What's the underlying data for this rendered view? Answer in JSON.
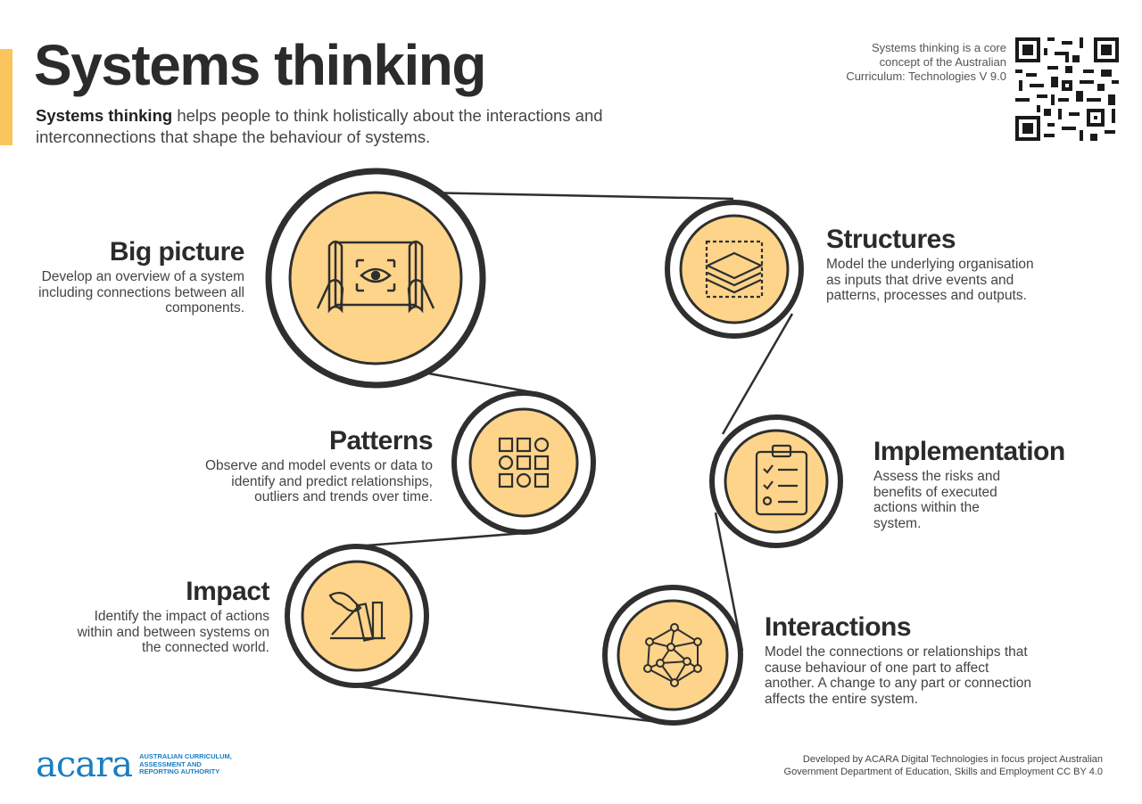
{
  "header": {
    "title": "Systems thinking",
    "intro_bold": "Systems thinking",
    "intro_rest": " helps people to think holistically about the interactions and interconnections that shape the behaviour of systems.",
    "qr_note": "Systems thinking is a core concept of the Australian Curriculum: Technologies V 9.0"
  },
  "concepts": [
    {
      "id": "big-picture",
      "title": "Big picture",
      "description": "Develop an overview of a system including connections between all components.",
      "icon": "blueprint-eye-icon"
    },
    {
      "id": "structures",
      "title": "Structures",
      "description": "Model the underlying organisation as inputs that drive events and patterns, processes and outputs.",
      "icon": "layers-icon"
    },
    {
      "id": "patterns",
      "title": "Patterns",
      "description": "Observe and model events or data to identify and predict relationships, outliers and trends over time.",
      "icon": "pattern-grid-icon"
    },
    {
      "id": "implementation",
      "title": "Implementation",
      "description": "Assess the risks and benefits of executed actions within the system.",
      "icon": "clipboard-checklist-icon"
    },
    {
      "id": "impact",
      "title": "Impact",
      "description": "Identify the impact of actions within and between systems on the connected world.",
      "icon": "dominoes-hand-icon"
    },
    {
      "id": "interactions",
      "title": "Interactions",
      "description": "Model the connections or relationships that cause behaviour of one part to affect another. A change to any part or connection affects the entire system.",
      "icon": "network-icon"
    }
  ],
  "footer": {
    "logo_text": "acara",
    "logo_subtitle": "Australian Curriculum, Assessment and Reporting Authority",
    "credit": "Developed by ACARA Digital Technologies in focus project Australian Government Department of Education, Skills and Employment CC BY 4.0"
  },
  "colors": {
    "accent": "#fbc45c",
    "circle_fill": "#fdd489",
    "ring": "#2f2f2f",
    "logo_blue": "#1a7ec2"
  }
}
